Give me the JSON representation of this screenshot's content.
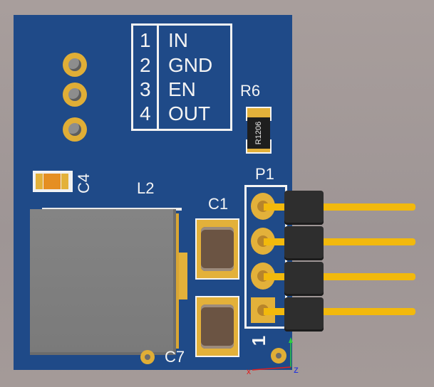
{
  "silkscreen": {
    "pin_numbers": [
      "1",
      "2",
      "3",
      "4"
    ],
    "pin_names": [
      "IN",
      "GND",
      "EN",
      "OUT"
    ],
    "r6_label": "R6",
    "r6_part": "R1206",
    "c4_label": "C4",
    "l2_label": "L2",
    "c1_label": "C1",
    "p1_label": "P1",
    "c7_label": "C7",
    "pin1_marker": "1"
  },
  "colors": {
    "board": "#1f4a88",
    "gold": "#e3b13a",
    "header_pin": "#f2b90c",
    "header_plastic": "#2e2e2e",
    "inductor": "#808080",
    "background": "#a39a98"
  },
  "icons": [
    "axis-x-icon",
    "axis-y-icon",
    "axis-z-icon"
  ]
}
